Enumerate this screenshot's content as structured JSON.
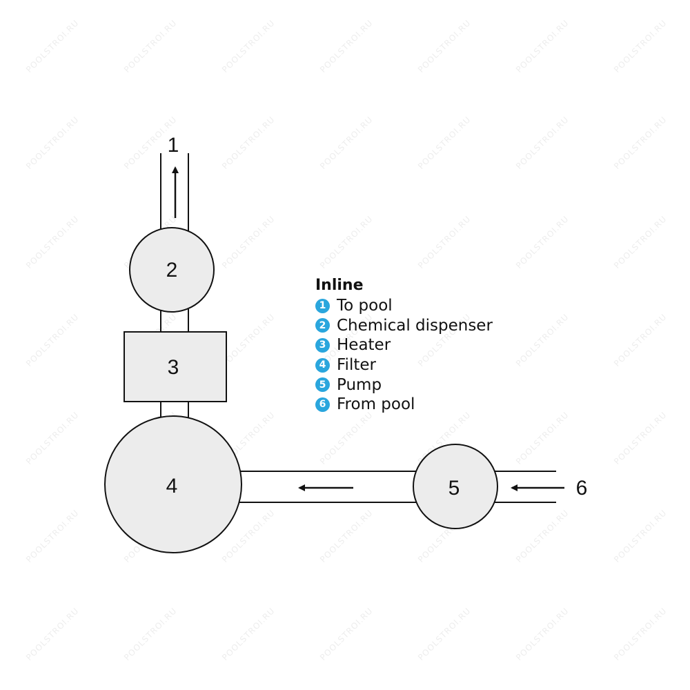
{
  "watermark_text": "POOLSTROI.RU",
  "component_labels": {
    "to_pool": "1",
    "dispenser": "2",
    "heater": "3",
    "filter": "4",
    "pump": "5",
    "from_pool": "6"
  },
  "legend": {
    "title": "Inline",
    "items": [
      {
        "number": "1",
        "label": "To pool"
      },
      {
        "number": "2",
        "label": "Chemical dispenser"
      },
      {
        "number": "3",
        "label": "Heater"
      },
      {
        "number": "4",
        "label": "Filter"
      },
      {
        "number": "5",
        "label": "Pump"
      },
      {
        "number": "6",
        "label": "From pool"
      }
    ]
  },
  "colors": {
    "component_fill": "#ececec",
    "stroke": "#111111",
    "legend_badge": "#2aa6dd"
  }
}
